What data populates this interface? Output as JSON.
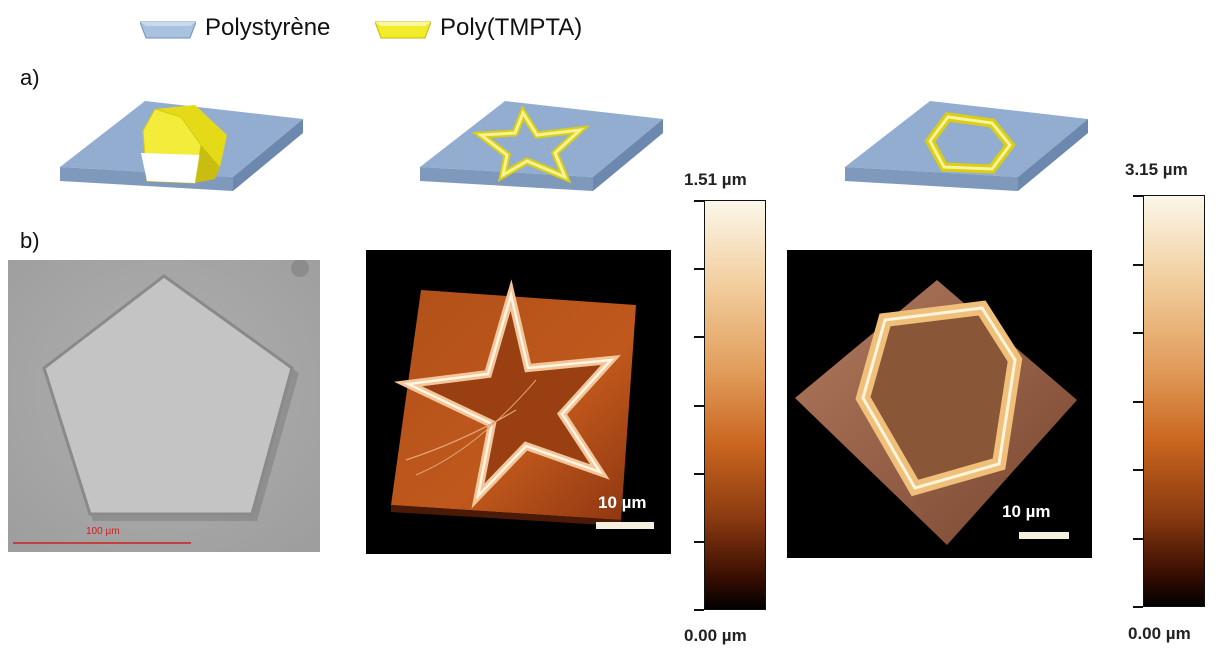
{
  "legend": {
    "items": [
      {
        "label": "Polystyrène",
        "color": "#a9c2e0"
      },
      {
        "label": "Poly(TMPTA)",
        "color": "#f2ec2c"
      }
    ]
  },
  "panels": {
    "a": "a)",
    "b": "b)"
  },
  "optical_image": {
    "scale_text": "100 µm"
  },
  "afm_star": {
    "scale_text": "10 µm",
    "colorbar": {
      "max_label": "1.51 µm",
      "min_label": "0.00 µm"
    }
  },
  "afm_hexagon": {
    "scale_text": "10 µm",
    "colorbar": {
      "max_label": "3.15 µm",
      "min_label": "0.00 µm"
    }
  },
  "colors": {
    "substrate": "#8fa9c8",
    "polymer": "#f2ec2c",
    "afm_background": "#000000",
    "colormap_high": "#fbf7ea",
    "colormap_mid": "#d47c33",
    "colormap_low": "#000000"
  }
}
